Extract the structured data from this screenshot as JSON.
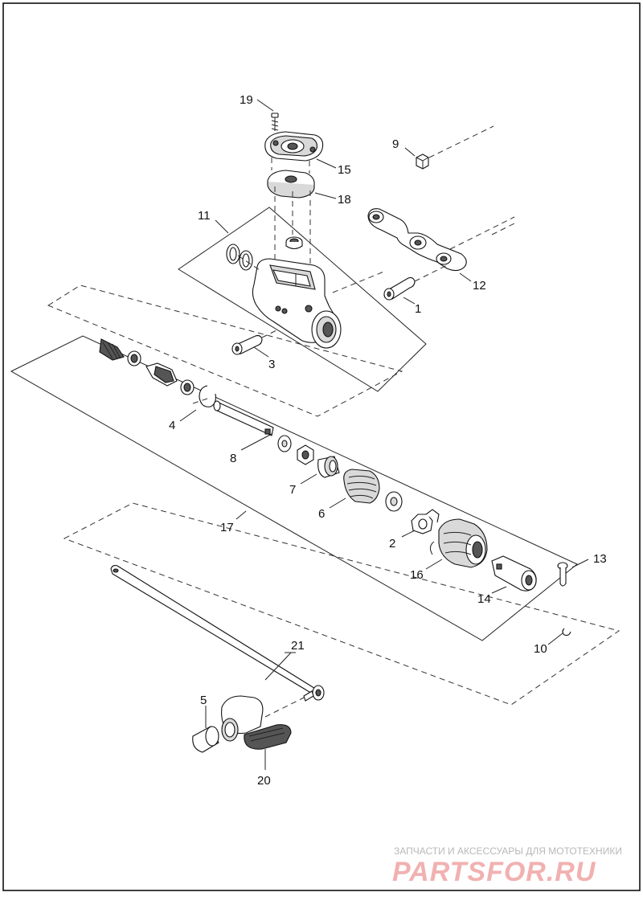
{
  "callouts": {
    "c1": "1",
    "c2": "2",
    "c3": "3",
    "c4": "4",
    "c5": "5",
    "c6": "6",
    "c7": "7",
    "c8": "8",
    "c9": "9",
    "c10": "10",
    "c11": "11",
    "c12": "12",
    "c13": "13",
    "c14": "14",
    "c15": "15",
    "c16": "16",
    "c17": "17",
    "c18": "18",
    "c19": "19",
    "c20": "20",
    "c21": "21"
  },
  "watermark": {
    "tagline": "ЗАПЧАСТИ И АКСЕССУАРЫ ДЛЯ МОТОТЕХНИКИ",
    "logo": "PARTSFOR.RU"
  }
}
